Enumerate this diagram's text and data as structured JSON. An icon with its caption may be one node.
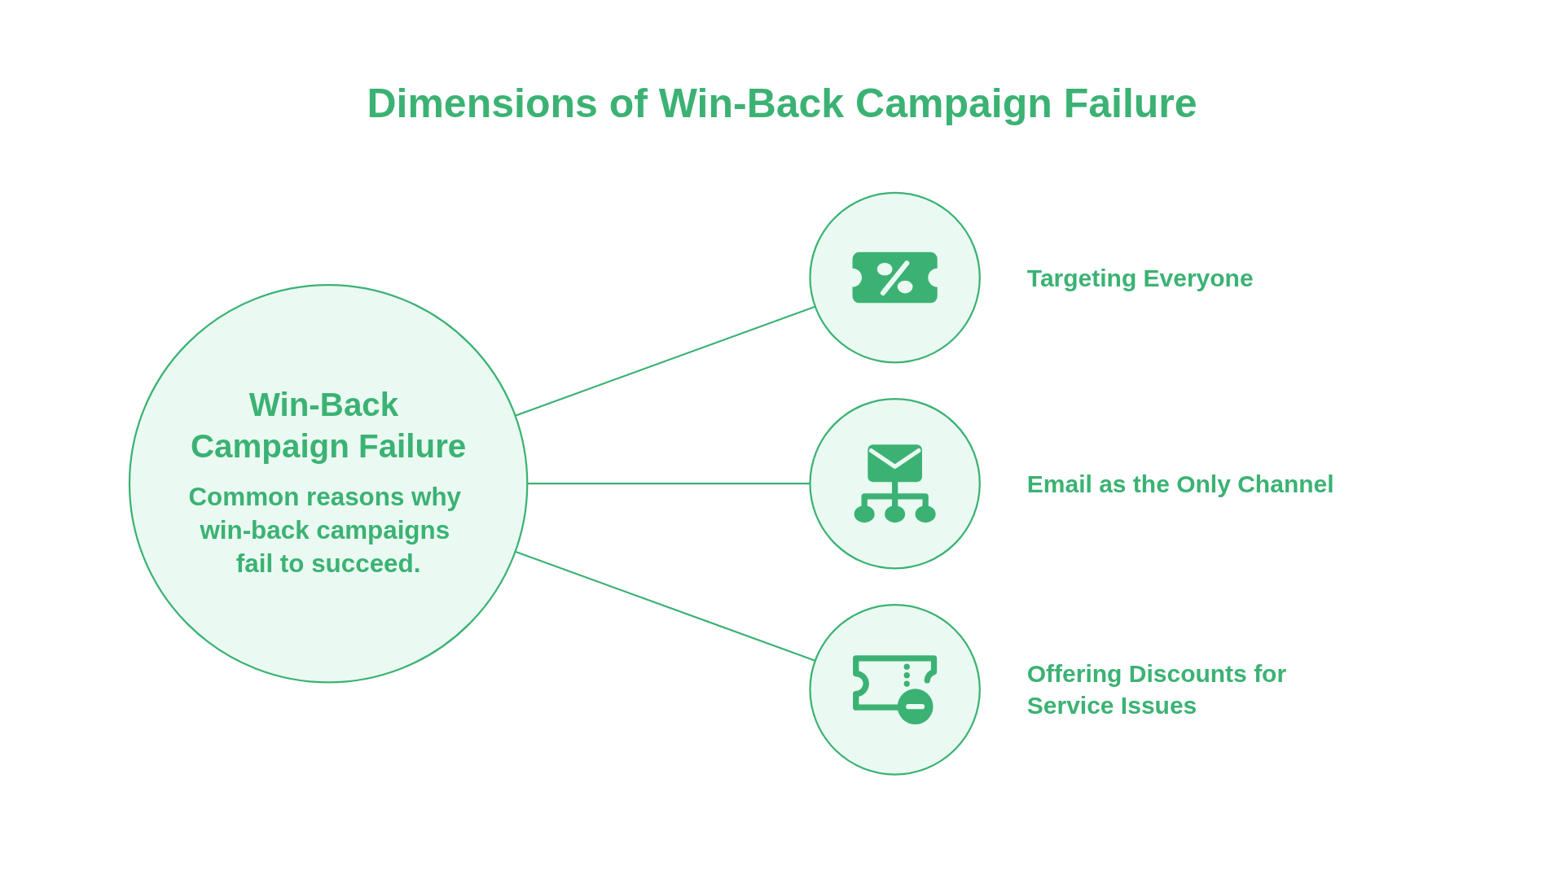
{
  "diagram": {
    "title": "Dimensions of Win-Back Campaign Failure",
    "nodes": [
      {
        "text": [
          "Win-Back Campaign Failure",
          "Common reasons why win-back campaigns fail to succeed."
        ]
      },
      {
        "text": [],
        "shape": "circle",
        "beside": [
          "Targeting Everyone"
        ]
      },
      {
        "text": [],
        "shape": "circle",
        "beside": [
          "Email as the Only Channel"
        ]
      },
      {
        "text": [],
        "shape": "circle",
        "beside": [
          "Offering Discounts for Service Issues"
        ]
      }
    ],
    "edges": [
      {
        "from": 0,
        "to": 1,
        "arrow": "none"
      },
      {
        "from": 0,
        "to": 2,
        "arrow": "none"
      },
      {
        "from": 0,
        "to": 3,
        "arrow": "none"
      }
    ]
  }
}
